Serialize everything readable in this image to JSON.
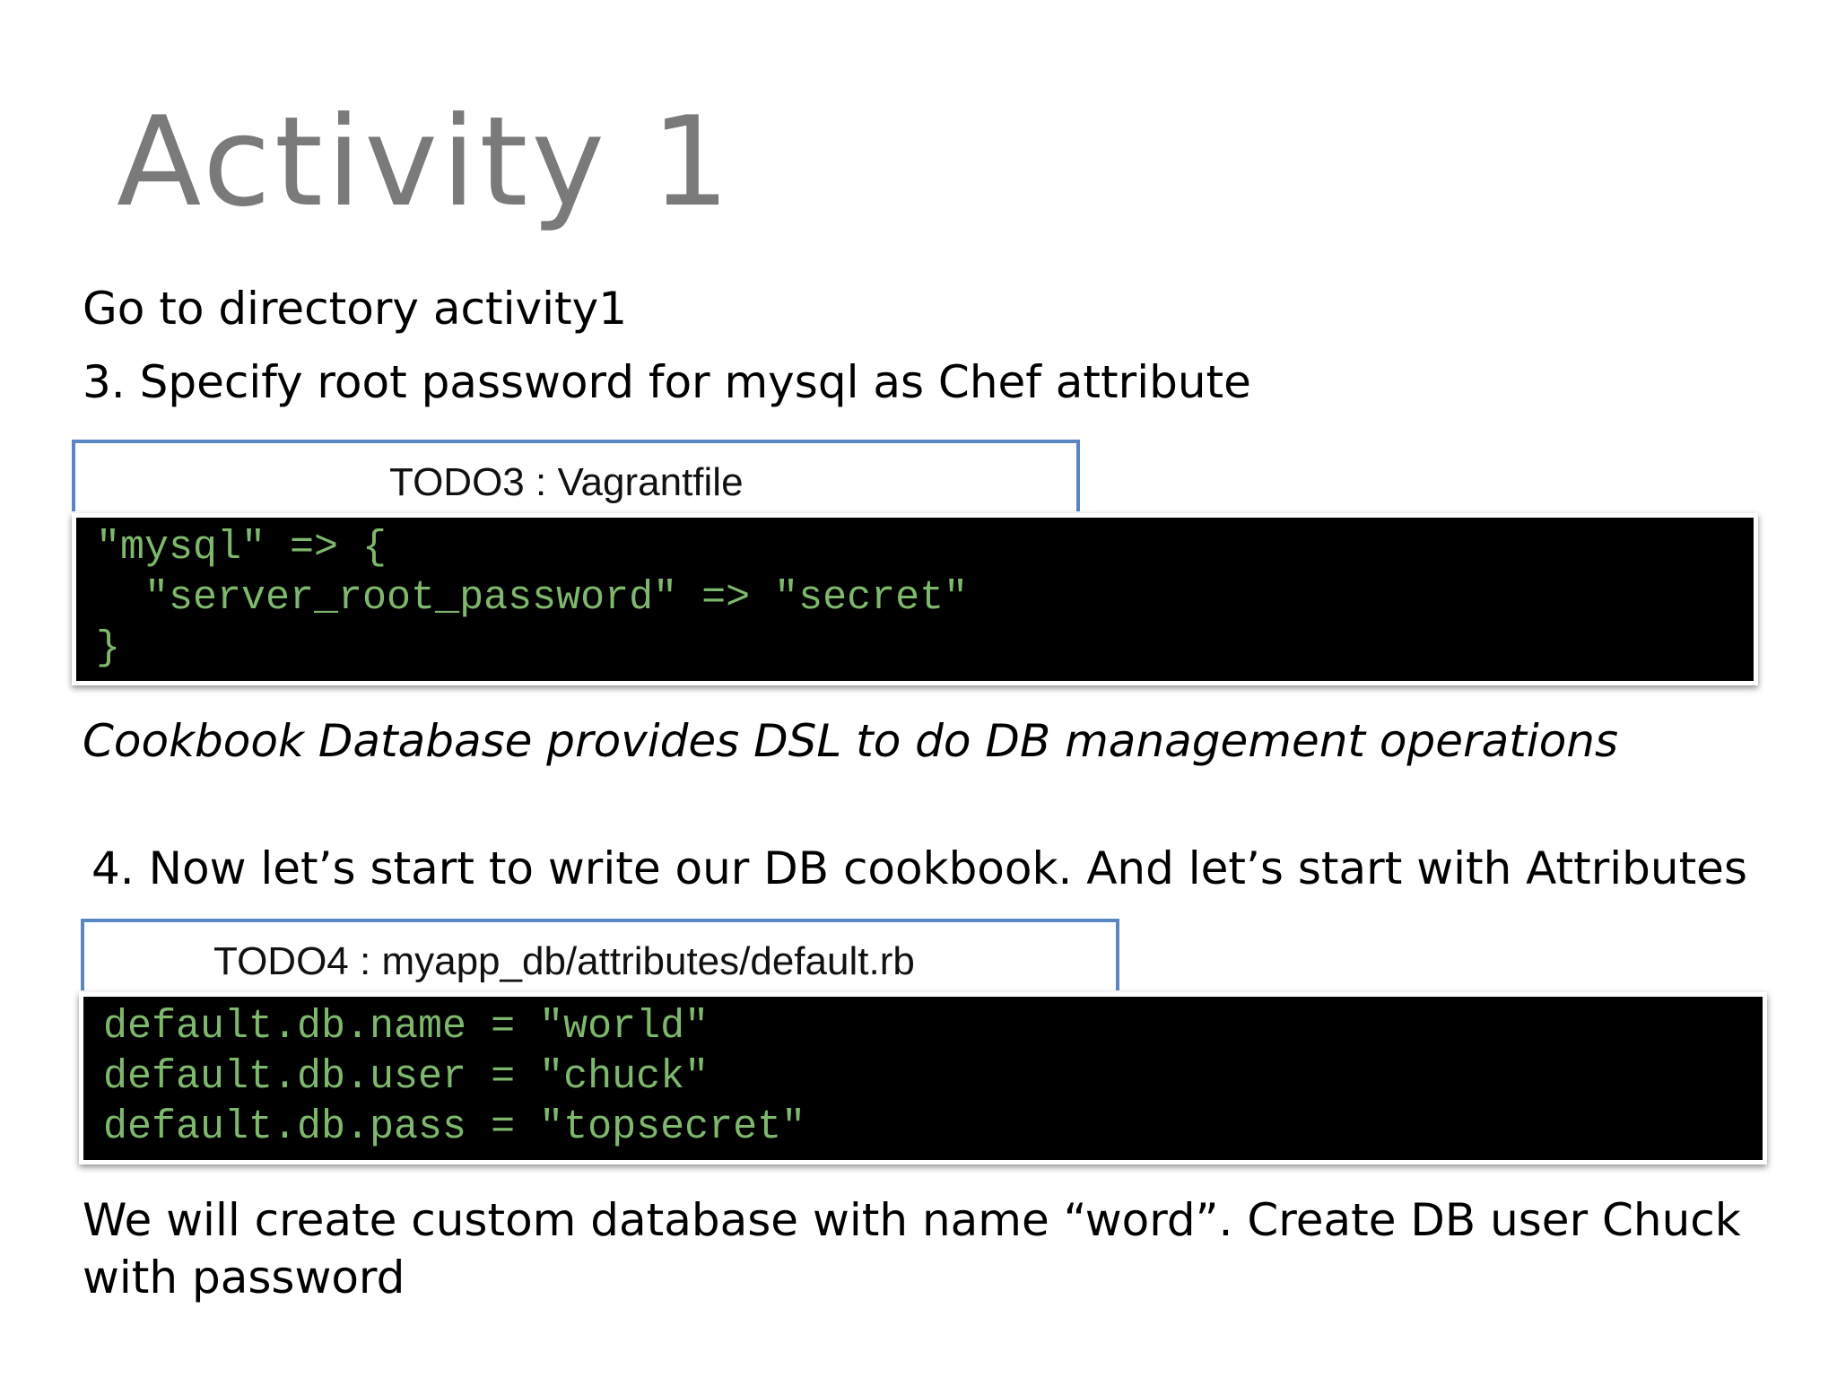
{
  "slide": {
    "title": "Activity 1",
    "step_intro": "Go to directory activity1",
    "step3": "3. Specify root password for mysql as Chef attribute",
    "todo3": {
      "label": "TODO3 : Vagrantfile",
      "code_lines": [
        "\"mysql\" => {",
        "  \"server_root_password\" => \"secret\"",
        "}"
      ]
    },
    "cookbook_note": "Cookbook Database provides DSL to do DB management operations",
    "step4": "4. Now let’s start to write our DB cookbook. And let’s start with Attributes",
    "todo4": {
      "label": "TODO4 : myapp_db/attributes/default.rb",
      "code_lines": [
        "default.db.name = \"world\"",
        "default.db.user = \"chuck\"",
        "default.db.pass = \"topsecret\""
      ]
    },
    "closing_note": "We will create custom database with name “word”. Create DB user Chuck with password"
  },
  "colors": {
    "title_gray": "#7a7a7a",
    "tab_border_blue": "#5b86c4",
    "code_green": "#7eb86d",
    "code_background": "#000000"
  }
}
